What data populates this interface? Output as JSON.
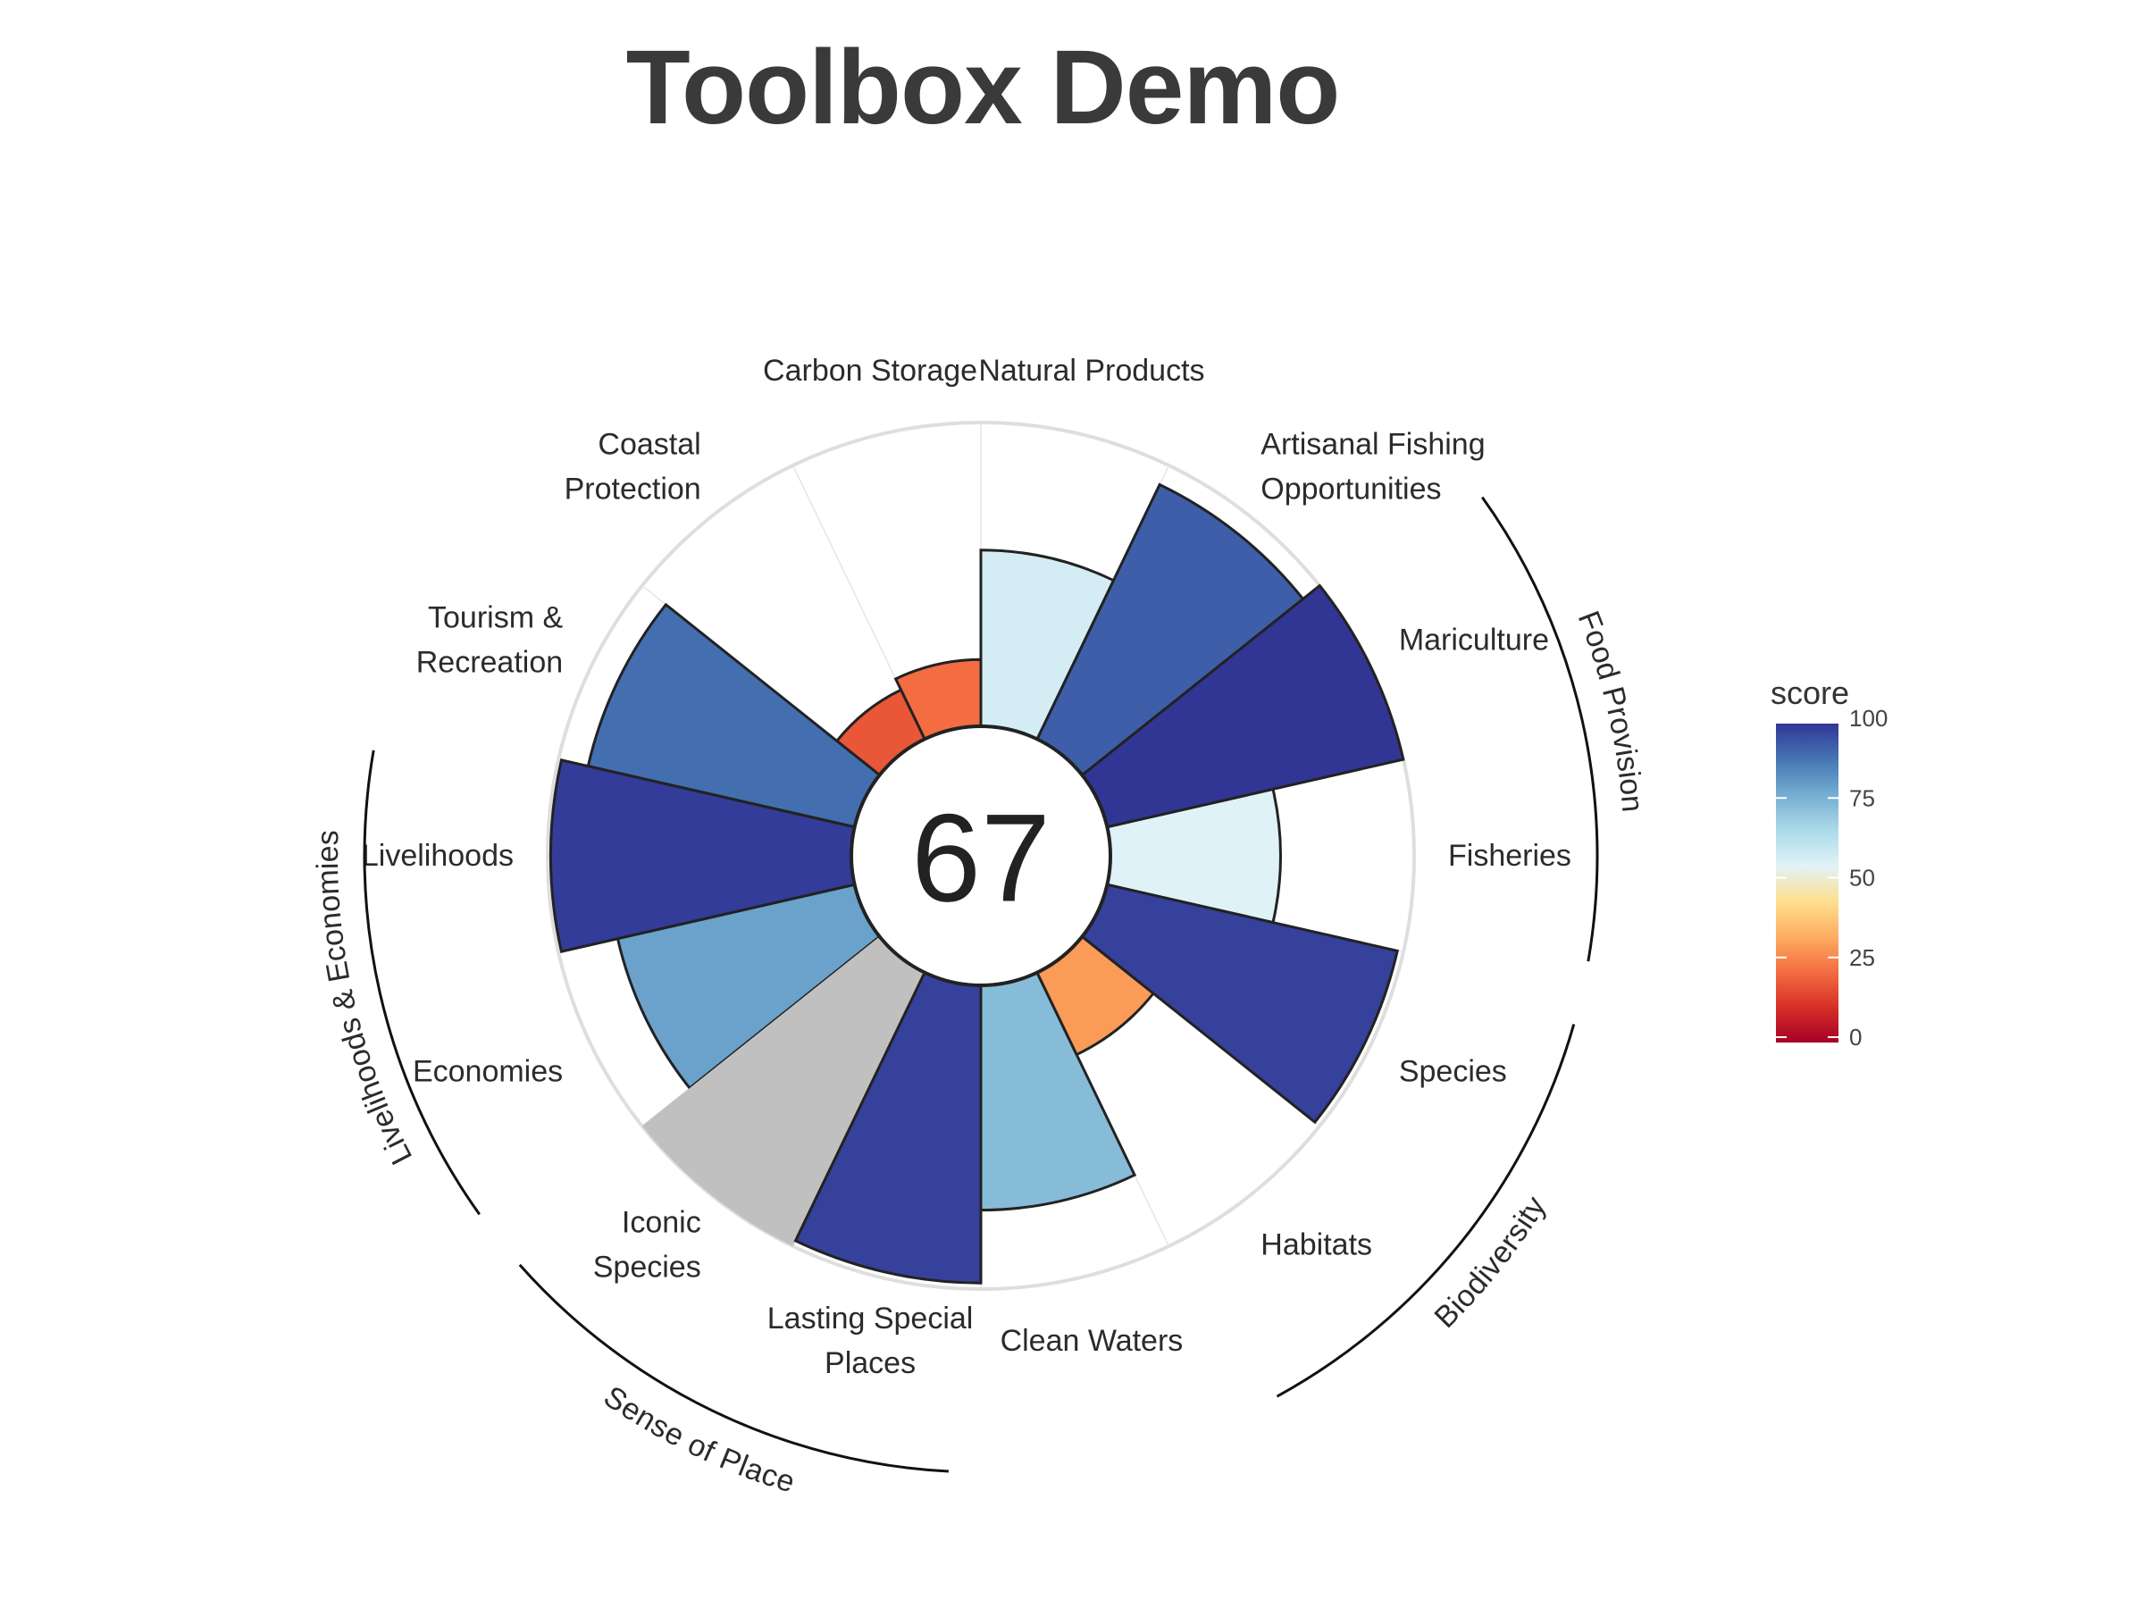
{
  "chart_data": {
    "type": "bar",
    "subtype": "polar-flower",
    "title": "Toolbox Demo",
    "center_score": "67",
    "rlim": [
      0,
      100
    ],
    "categories": [
      "Fisheries",
      "Mariculture",
      "Artisanal Fishing Opportunities",
      "Natural Products",
      "Carbon Storage",
      "Coastal Protection",
      "Tourism & Recreation",
      "Livelihoods",
      "Economies",
      "Iconic Species",
      "Lasting Special Places",
      "Clean Waters",
      "Habitats",
      "Species"
    ],
    "goals": [
      {
        "name": "Fisheries",
        "label_lines": [
          "Fisheries"
        ],
        "score": 56,
        "no_data": false
      },
      {
        "name": "Mariculture",
        "label_lines": [
          "Mariculture"
        ],
        "score": 100,
        "no_data": false
      },
      {
        "name": "Artisanal Fishing Opportunities",
        "label_lines": [
          "Artisanal Fishing",
          "Opportunities"
        ],
        "score": 93,
        "no_data": false
      },
      {
        "name": "Natural Products",
        "label_lines": [
          "Natural Products"
        ],
        "score": 58,
        "no_data": false
      },
      {
        "name": "Carbon Storage",
        "label_lines": [
          "Carbon Storage"
        ],
        "score": 22,
        "no_data": false
      },
      {
        "name": "Coastal Protection",
        "label_lines": [
          "Coastal",
          "Protection"
        ],
        "score": 18,
        "no_data": false
      },
      {
        "name": "Tourism & Recreation",
        "label_lines": [
          "Tourism &",
          "Recreation"
        ],
        "score": 90,
        "no_data": false
      },
      {
        "name": "Livelihoods",
        "label_lines": [
          "Livelihoods"
        ],
        "score": 99,
        "no_data": false
      },
      {
        "name": "Economies",
        "label_lines": [
          "Economies"
        ],
        "score": 80,
        "no_data": false
      },
      {
        "name": "Iconic Species",
        "label_lines": [
          "Iconic",
          "Species"
        ],
        "score": 100,
        "no_data": true
      },
      {
        "name": "Lasting Special Places",
        "label_lines": [
          "Lasting Special",
          "Places"
        ],
        "score": 98,
        "no_data": false
      },
      {
        "name": "Clean Waters",
        "label_lines": [
          "Clean Waters"
        ],
        "score": 74,
        "no_data": false
      },
      {
        "name": "Habitats",
        "label_lines": [
          "Habitats"
        ],
        "score": 30,
        "no_data": false
      },
      {
        "name": "Species",
        "label_lines": [
          "Species"
        ],
        "score": 98,
        "no_data": false
      }
    ],
    "groups": [
      {
        "name": "Food Provision",
        "first": 0,
        "last": 1
      },
      {
        "name": "Biodiversity",
        "first": 12,
        "last": 13
      },
      {
        "name": "Sense of Place",
        "first": 9,
        "last": 10
      },
      {
        "name": "Livelihoods & Economies",
        "first": 7,
        "last": 8
      }
    ],
    "legend": {
      "title": "score",
      "ticks": [
        0,
        25,
        50,
        75,
        100
      ],
      "placement": "right",
      "colors": [
        "#a50026",
        "#d73027",
        "#f46d43",
        "#fdae61",
        "#fee090",
        "#e0f3f8",
        "#abd9e9",
        "#74add1",
        "#4575b4",
        "#313695"
      ]
    },
    "no_data_color": "#c0c0c0",
    "grid": true
  }
}
